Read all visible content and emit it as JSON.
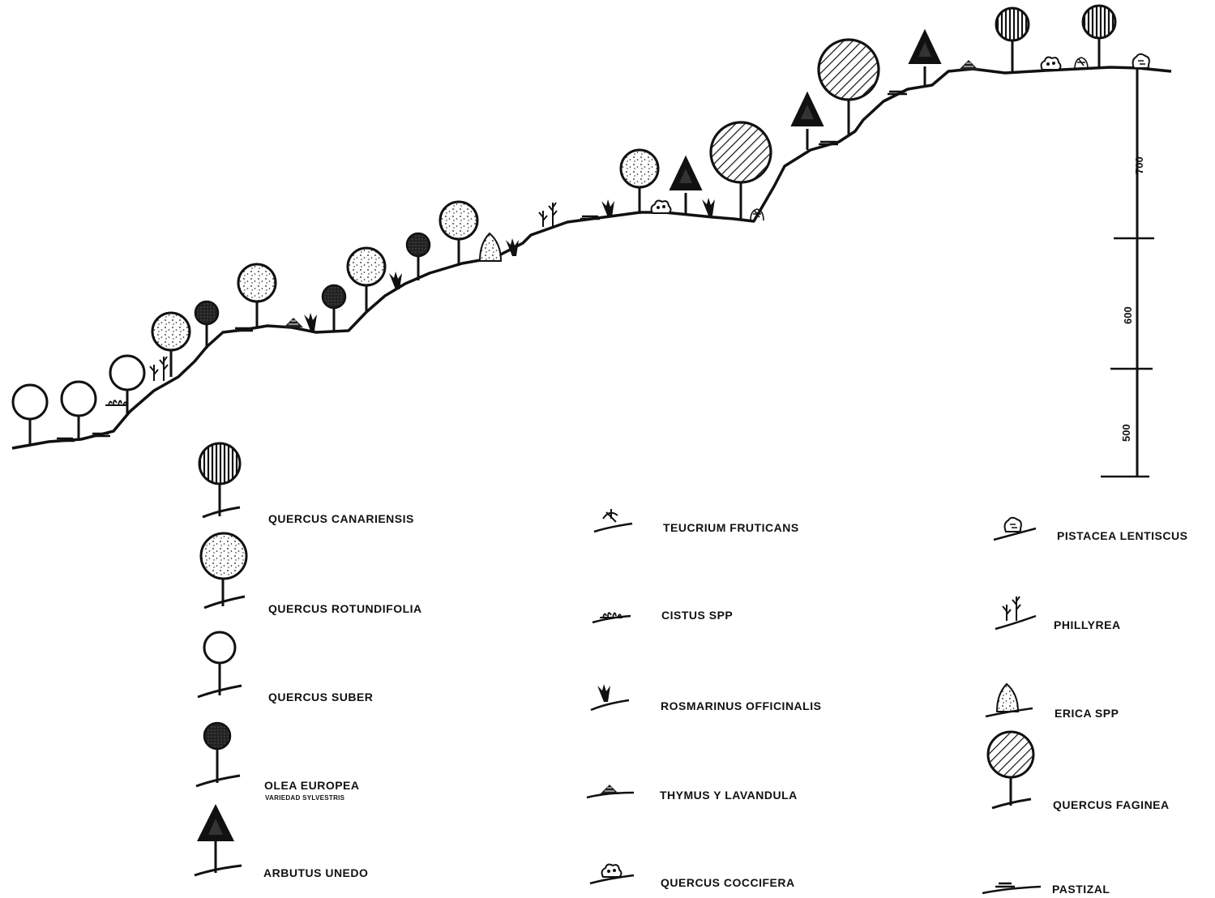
{
  "scale": {
    "ticks": [
      {
        "label": "500"
      },
      {
        "label": "600"
      },
      {
        "label": "700"
      }
    ]
  },
  "legend": {
    "quercus_canariensis": {
      "name": "QUERCUS CANARIENSIS",
      "pattern": "vertical-lines-icon"
    },
    "quercus_rotundifolia": {
      "name": "QUERCUS ROTUNDIFOLIA",
      "pattern": "stippled-circle-icon"
    },
    "quercus_suber": {
      "name": "QUERCUS SUBER",
      "pattern": "open-circle-icon"
    },
    "olea_europea": {
      "name": "OLEA EUROPEA",
      "subname": "VARIEDAD SYLVESTRIS",
      "pattern": "dark-circle-icon"
    },
    "arbutus_unedo": {
      "name": "ARBUTUS UNEDO",
      "pattern": "triangle-icon"
    },
    "teucrium_fruticans": {
      "name": "TEUCRIUM FRUTICANS"
    },
    "cistus": {
      "name": "CISTUS SPP"
    },
    "rosmarinus": {
      "name": "ROSMARINUS OFFICINALIS"
    },
    "thymus": {
      "name": "THYMUS Y LAVANDULA"
    },
    "quercus_coccifera": {
      "name": "QUERCUS COCCIFERA"
    },
    "pistacea": {
      "name": "PISTACEA LENTISCUS"
    },
    "phillyrea": {
      "name": "PHILLYREA"
    },
    "erica": {
      "name": "ERICA SPP"
    },
    "quercus_faginea": {
      "name": "QUERCUS FAGINEA",
      "pattern": "diagonal-lines-icon"
    },
    "pastizal": {
      "name": "PASTIZAL"
    }
  },
  "colors": {
    "ink": "#111111",
    "paper": "#ffffff"
  }
}
